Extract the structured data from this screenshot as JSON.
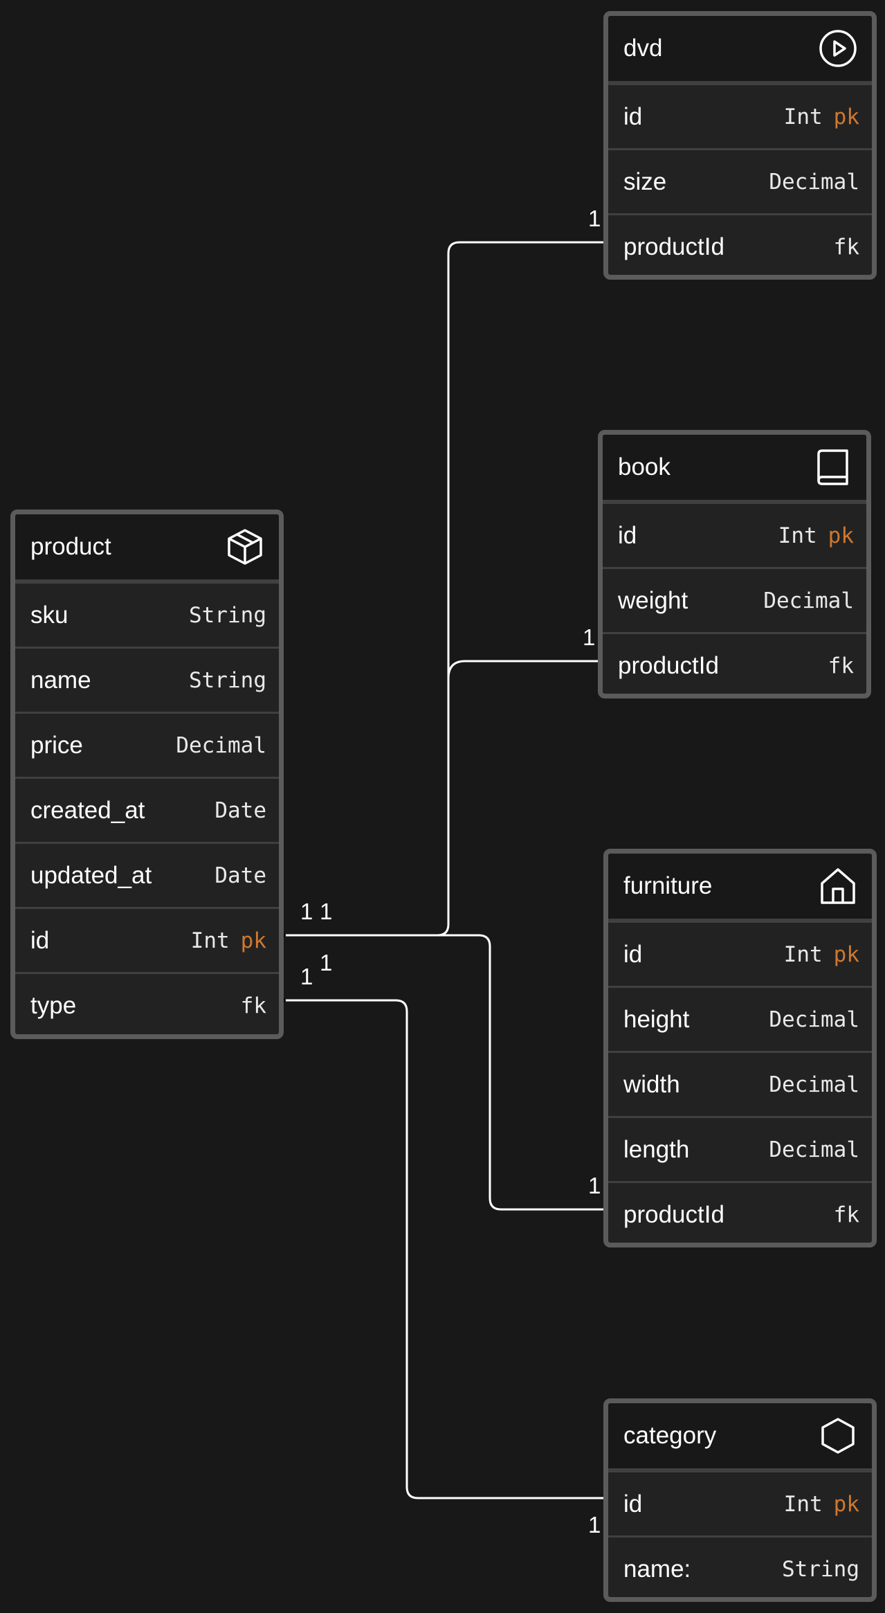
{
  "tables": {
    "dvd": {
      "name": "dvd",
      "icon": "play-circle-icon",
      "fields": [
        {
          "name": "id",
          "type": "Int",
          "key": "pk"
        },
        {
          "name": "size",
          "type": "Decimal",
          "key": ""
        },
        {
          "name": "productId",
          "type": "",
          "key": "fk"
        }
      ]
    },
    "book": {
      "name": "book",
      "icon": "book-icon",
      "fields": [
        {
          "name": "id",
          "type": "Int",
          "key": "pk"
        },
        {
          "name": "weight",
          "type": "Decimal",
          "key": ""
        },
        {
          "name": "productId",
          "type": "",
          "key": "fk"
        }
      ]
    },
    "product": {
      "name": "product",
      "icon": "package-icon",
      "fields": [
        {
          "name": "sku",
          "type": "String",
          "key": ""
        },
        {
          "name": "name",
          "type": "String",
          "key": ""
        },
        {
          "name": "price",
          "type": "Decimal",
          "key": ""
        },
        {
          "name": "created_at",
          "type": "Date",
          "key": ""
        },
        {
          "name": "updated_at",
          "type": "Date",
          "key": ""
        },
        {
          "name": "id",
          "type": "Int",
          "key": "pk"
        },
        {
          "name": "type",
          "type": "",
          "key": "fk"
        }
      ]
    },
    "furniture": {
      "name": "furniture",
      "icon": "house-icon",
      "fields": [
        {
          "name": "id",
          "type": "Int",
          "key": "pk"
        },
        {
          "name": "height",
          "type": "Decimal",
          "key": ""
        },
        {
          "name": "width",
          "type": "Decimal",
          "key": ""
        },
        {
          "name": "length",
          "type": "Decimal",
          "key": ""
        },
        {
          "name": "productId",
          "type": "",
          "key": "fk"
        }
      ]
    },
    "category": {
      "name": "category",
      "icon": "hexagon-icon",
      "fields": [
        {
          "name": "id",
          "type": "Int",
          "key": "pk"
        },
        {
          "name": "name:",
          "type": "String",
          "key": ""
        }
      ]
    }
  },
  "relations": [
    {
      "from": "product.id",
      "to": "dvd.productId",
      "from_card": "1",
      "to_card": "1"
    },
    {
      "from": "product.id",
      "to": "book.productId",
      "from_card": "1",
      "to_card": "1"
    },
    {
      "from": "product.id",
      "to": "furniture.productId",
      "from_card": "1",
      "to_card": "1"
    },
    {
      "from": "product.type",
      "to": "category.id",
      "from_card": "1",
      "to_card": "1"
    }
  ],
  "colors": {
    "background": "#181818",
    "table_body": "#222222",
    "table_border": "#5b5b5b",
    "row_divider": "#404040",
    "pk": "#d0782d",
    "text": "#ffffff",
    "connector": "#ffffff"
  }
}
